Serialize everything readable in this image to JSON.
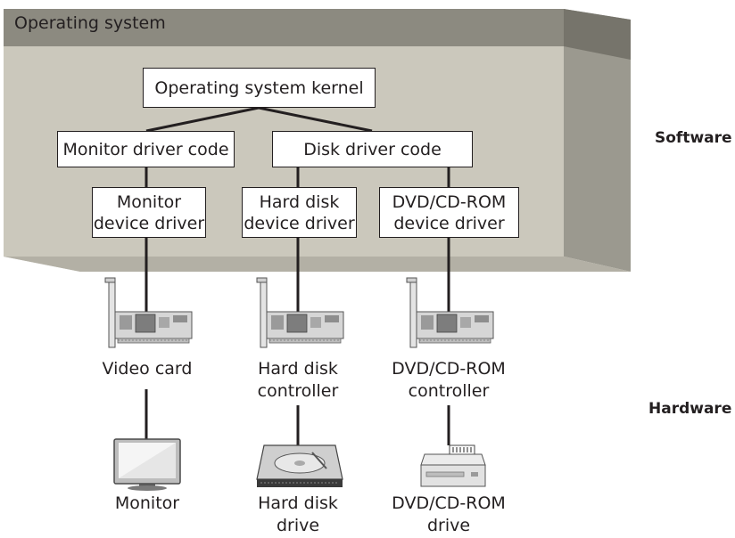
{
  "os_label": "Operating system",
  "kernel": "Operating system kernel",
  "monitor_driver_code": "Monitor driver code",
  "disk_driver_code": "Disk driver code",
  "drivers": {
    "monitor": "Monitor\ndevice driver",
    "hard_disk": "Hard disk\ndevice driver",
    "dvd": "DVD/CD-ROM\ndevice driver"
  },
  "controllers": {
    "video": "Video card",
    "hard_disk": "Hard disk\ncontroller",
    "dvd": "DVD/CD-ROM\ncontroller"
  },
  "devices": {
    "monitor": "Monitor",
    "hard_disk": "Hard disk\ndrive",
    "dvd": "DVD/CD-ROM\ndrive"
  },
  "layers": {
    "software": "Software",
    "hardware": "Hardware"
  },
  "colors": {
    "panel_front": "#cbc8bc",
    "panel_top": "#8c8a80",
    "panel_side": "#9b998f",
    "line": "#231f20"
  }
}
